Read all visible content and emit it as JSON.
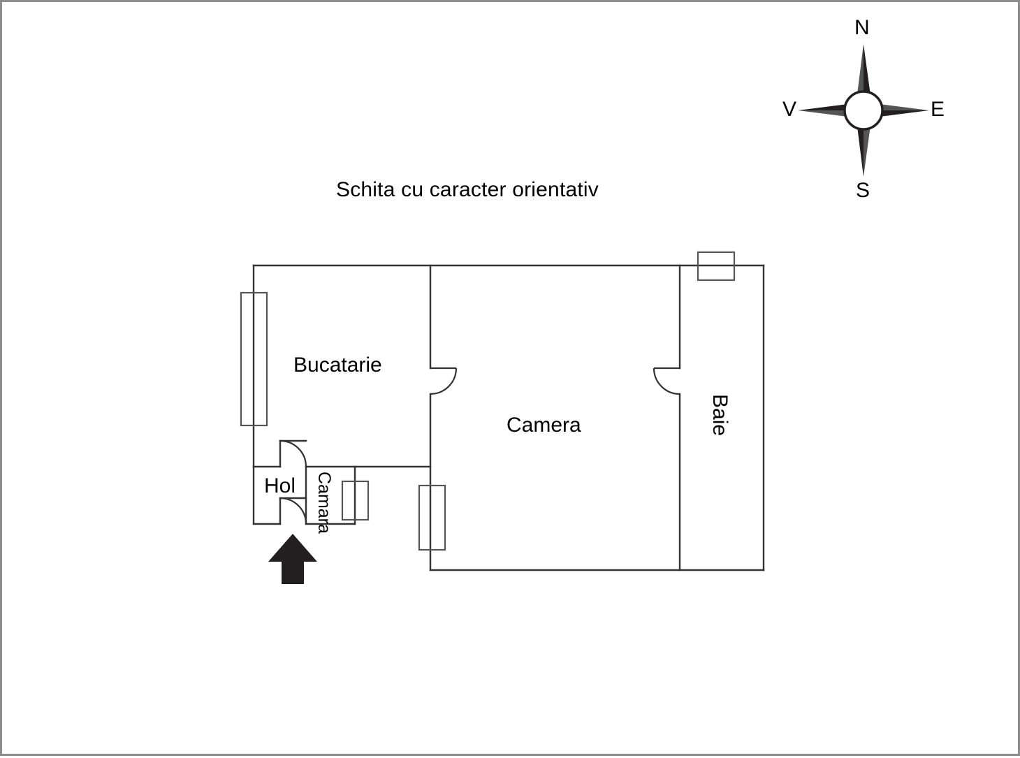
{
  "document": {
    "type": "floor-plan-sketch",
    "title": "Schita cu caracter orientativ",
    "language": "ro"
  },
  "compass": {
    "name": "compass-rose",
    "north": "N",
    "east": "E",
    "south": "S",
    "west": "V"
  },
  "rooms": [
    {
      "id": "bucatarie",
      "label": "Bucatarie",
      "orientation": "horizontal"
    },
    {
      "id": "camera",
      "label": "Camera",
      "orientation": "horizontal"
    },
    {
      "id": "baie",
      "label": "Baie",
      "orientation": "vertical"
    },
    {
      "id": "hol",
      "label": "Hol",
      "orientation": "horizontal"
    },
    {
      "id": "camara",
      "label": "Camara",
      "orientation": "vertical"
    }
  ],
  "features": {
    "entrance_arrow": "entrance-arrow",
    "windows": [
      "window-bucatarie-west",
      "window-camera-north",
      "window-camera-west",
      "window-camara-east"
    ],
    "doors": [
      "door-hol-entrance",
      "door-hol-bucatarie",
      "door-bucatarie-camera",
      "door-camera-baie"
    ]
  },
  "colors": {
    "wall": "#333333",
    "window": "#555555",
    "page_border": "#8c8c8c",
    "ink": "#000000"
  }
}
